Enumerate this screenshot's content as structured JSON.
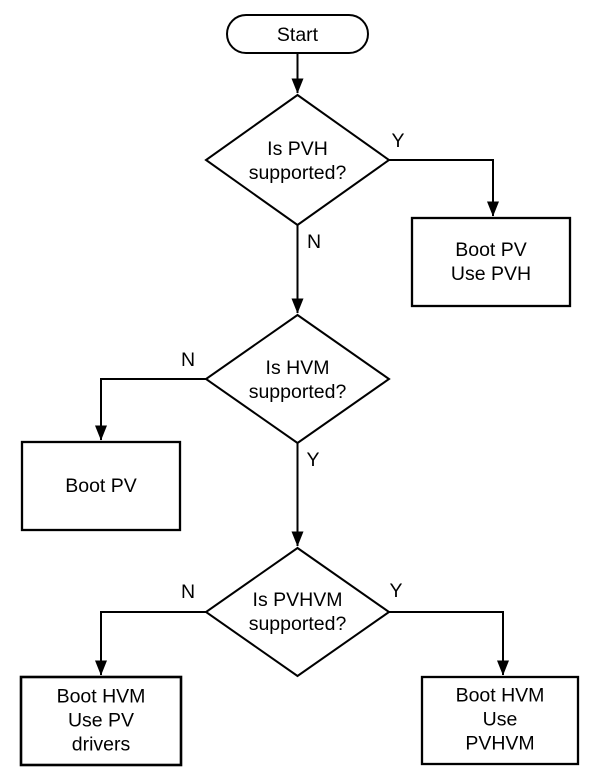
{
  "colors": {
    "background": "#ffffff",
    "stroke": "#000000",
    "text": "#000000"
  },
  "nodes": {
    "start": {
      "label": "Start",
      "shape": "stadium"
    },
    "decision_pvh": {
      "label": "Is PVH\nsupported?",
      "shape": "diamond"
    },
    "decision_hvm": {
      "label": "Is HVM\nsupported?",
      "shape": "diamond"
    },
    "decision_pvhvm": {
      "label": "Is PVHVM\nsupported?",
      "shape": "diamond"
    },
    "boot_pv_use_pvh": {
      "label": "Boot PV\nUse PVH",
      "shape": "rect"
    },
    "boot_pv": {
      "label": "Boot PV",
      "shape": "rect"
    },
    "boot_hvm_use_pv_drivers": {
      "label": "Boot HVM\nUse PV\ndrivers",
      "shape": "rect"
    },
    "boot_hvm_use_pvhvm": {
      "label": "Boot HVM\nUse PVHVM",
      "shape": "rect"
    }
  },
  "edges": {
    "start_to_pvh": {
      "label": ""
    },
    "pvh_yes": {
      "label": "Y",
      "to": "boot_pv_use_pvh"
    },
    "pvh_no": {
      "label": "N",
      "to": "decision_hvm"
    },
    "hvm_no": {
      "label": "N",
      "to": "boot_pv"
    },
    "hvm_yes": {
      "label": "Y",
      "to": "decision_pvhvm"
    },
    "pvhvm_no": {
      "label": "N",
      "to": "boot_hvm_use_pv_drivers"
    },
    "pvhvm_yes": {
      "label": "Y",
      "to": "boot_hvm_use_pvhvm"
    }
  }
}
